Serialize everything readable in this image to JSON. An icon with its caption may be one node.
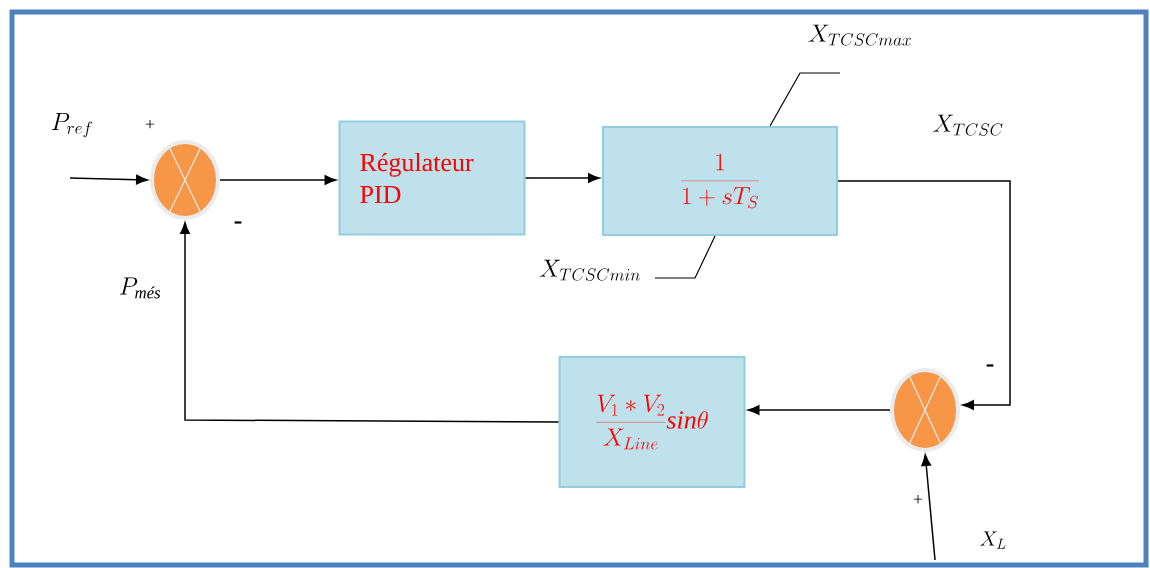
{
  "diagram": {
    "nodes": [
      {
        "text": [],
        "shape": "circle"
      },
      {
        "text": [
          "Régulateur PID"
        ]
      },
      {
        "text": [
          "\\frac{1}{1+sT_S}"
        ]
      },
      {
        "text": [],
        "shape": "circle"
      },
      {
        "text": [
          "\\frac{V_1 * V_2}{X_{Line}}\\mathit{sin}\\theta"
        ]
      }
    ],
    "edges": [
      {
        "from": null,
        "to": 0,
        "arrow": "to"
      },
      {
        "from": 0,
        "to": 1,
        "arrow": "to"
      },
      {
        "from": 1,
        "to": 2,
        "arrow": "to"
      },
      {
        "from": 2,
        "to": 3,
        "arrow": "to"
      },
      {
        "from": null,
        "to": 3,
        "arrow": "to"
      },
      {
        "from": 3,
        "to": 4,
        "arrow": "to"
      },
      {
        "from": 4,
        "to": 0,
        "arrow": "to"
      }
    ],
    "labels": [
      "P_{ref}",
      "+",
      "-",
      "P_{\\mathit{més}}",
      "X_{TCSCmax}",
      "X_{TCSC}",
      "X_{TCSCmin}",
      "-",
      "+",
      "X_L"
    ]
  }
}
